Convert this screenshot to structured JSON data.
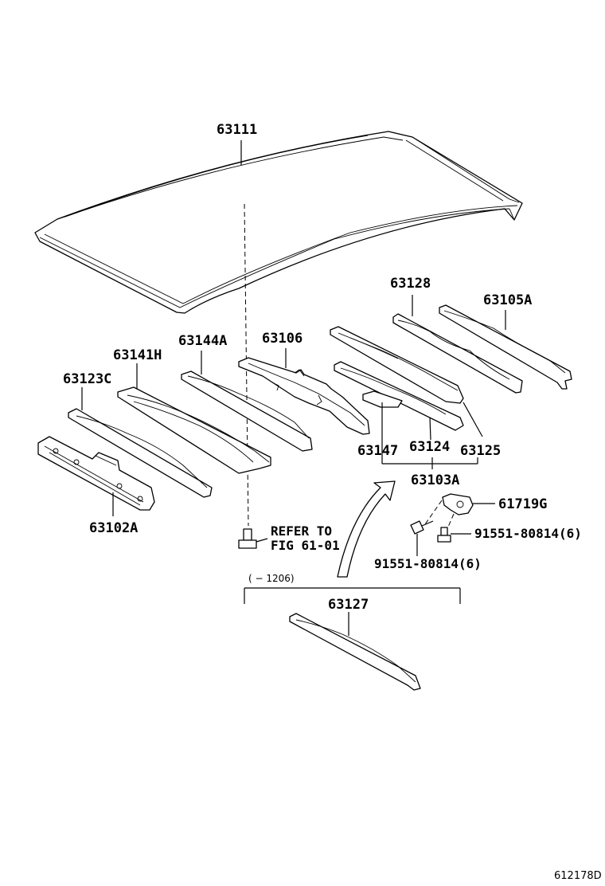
{
  "parts": {
    "p63111": "63111",
    "p63128": "63128",
    "p63105A": "63105A",
    "p63144A": "63144A",
    "p63106": "63106",
    "p63141H": "63141H",
    "p63123C": "63123C",
    "p63147": "63147",
    "p63124": "63124",
    "p63125": "63125",
    "p63103A": "63103A",
    "p61719G": "61719G",
    "p63102A": "63102A",
    "bolt_right": "91551-80814(6)",
    "bolt_bottom": "91551-80814(6)",
    "p63127": "63127"
  },
  "refer": {
    "line1": "REFER TO",
    "line2": "FIG 61-01"
  },
  "date_range": "(     − 1206)",
  "figure_code": "612178D"
}
